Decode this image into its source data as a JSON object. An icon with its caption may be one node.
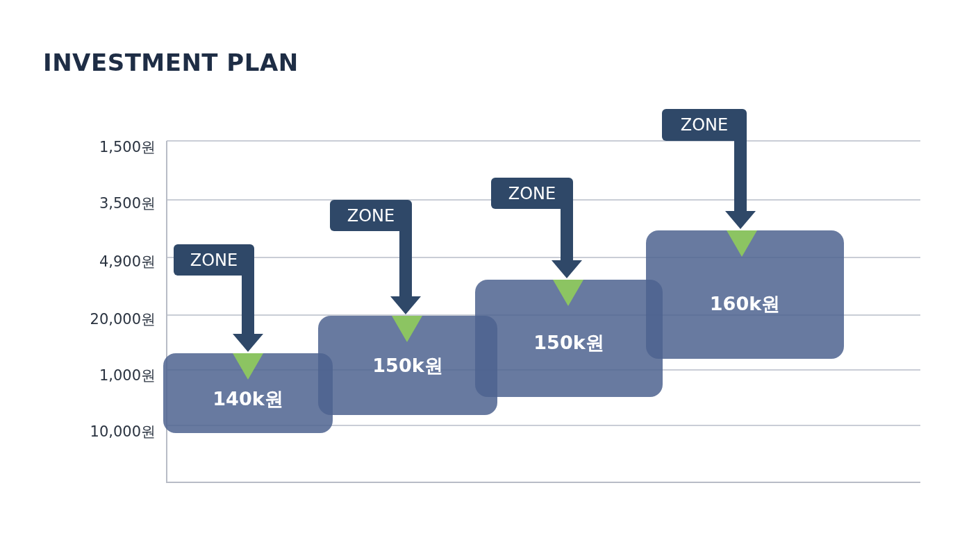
{
  "diagram": {
    "title": "INVESTMENT PLAN",
    "nodes": [
      {
        "text": [
          "ZONE"
        ]
      },
      {
        "text": [
          "ZONE"
        ]
      },
      {
        "text": [
          "ZONE"
        ]
      },
      {
        "text": [
          "ZONE"
        ]
      },
      {
        "text": [
          "140k원"
        ]
      },
      {
        "text": [
          "150k원"
        ]
      },
      {
        "text": [
          "150k원"
        ]
      },
      {
        "text": [
          "160k원"
        ]
      }
    ],
    "edges": [
      {
        "from": 0,
        "to": 4,
        "arrow": "to"
      },
      {
        "from": 1,
        "to": 5,
        "arrow": "to"
      },
      {
        "from": 2,
        "to": 6,
        "arrow": "to"
      },
      {
        "from": 3,
        "to": 7,
        "arrow": "to"
      }
    ],
    "labels": [
      "1,500원",
      "3,500원",
      "4,900원",
      "20,000원",
      "1,000원",
      "10,000원"
    ]
  }
}
